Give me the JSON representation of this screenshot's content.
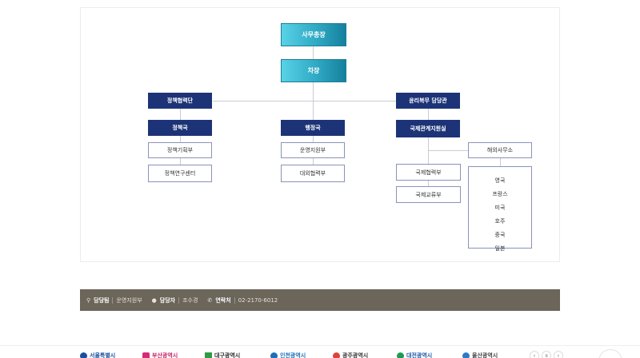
{
  "org_chart": {
    "top": [
      "사무총장",
      "차장"
    ],
    "left_branch": {
      "head": "정책협력단",
      "bureau": "정책국",
      "units": [
        "정책기획부",
        "정책연구센터"
      ]
    },
    "center_branch": {
      "bureau": "행정국",
      "units": [
        "운영지원부",
        "대외협력부"
      ]
    },
    "right_branch": {
      "head": "윤리복무 담당관",
      "bureau": "국제관계지원실",
      "units": [
        "국제협력부",
        "국제교류부"
      ],
      "overseas": {
        "label": "해외사무소",
        "countries": [
          "영국",
          "프랑스",
          "미국",
          "호주",
          "중국",
          "일본"
        ]
      }
    }
  },
  "contact": {
    "department_label": "담당팀",
    "department": "운영지원부",
    "manager_label": "담당자",
    "manager": "조수경",
    "phone_label": "연락처",
    "phone": "02-2170-6012"
  },
  "related_sites": [
    "서울특별시",
    "부산광역시",
    "대구광역시",
    "인천광역시",
    "광주광역시",
    "대전광역시",
    "울산광역시"
  ],
  "colors": {
    "navy": "#1c3377",
    "teal": "#2fa9c4",
    "info_bar": "#6b655a"
  }
}
